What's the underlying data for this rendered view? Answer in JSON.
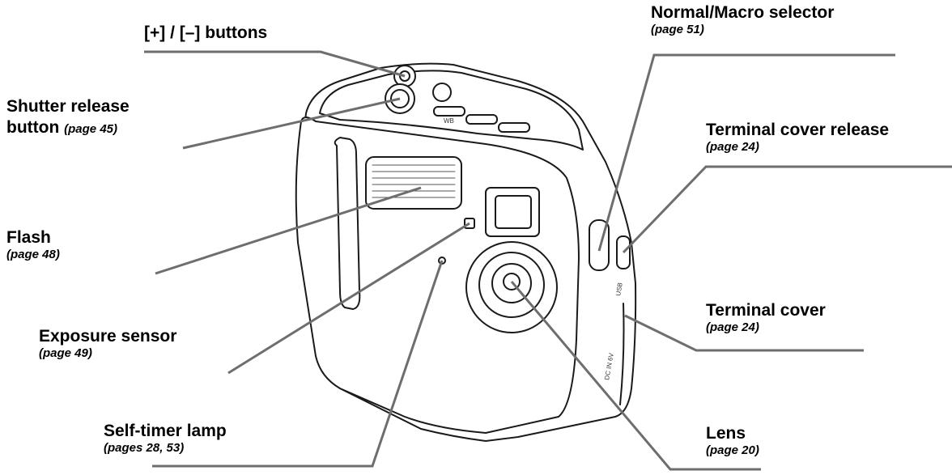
{
  "labels": {
    "plus_minus": {
      "name": "[+] / [–] buttons"
    },
    "shutter": {
      "name": "Shutter release",
      "name2": "button",
      "page": "(page 45)"
    },
    "flash": {
      "name": "Flash",
      "page": "(page 48)"
    },
    "exposure": {
      "name": "Exposure sensor",
      "page": "(page 49)"
    },
    "self_timer": {
      "name": "Self-timer lamp",
      "page": "(pages 28, 53)"
    },
    "normal_macro": {
      "name": "Normal/Macro selector",
      "page": "(page 51)"
    },
    "terminal_release": {
      "name": "Terminal cover release",
      "page": "(page 24)"
    },
    "terminal_cover": {
      "name": "Terminal cover",
      "page": "(page 24)"
    },
    "lens": {
      "name": "Lens",
      "page": "(page 20)"
    }
  },
  "camera_markings": {
    "wb": "WB",
    "usb": "USB",
    "dc_in": "DC IN 6V"
  },
  "colors": {
    "leader": "#6e6e6e",
    "outline": "#1a1a1a",
    "body": "#ffffff"
  }
}
